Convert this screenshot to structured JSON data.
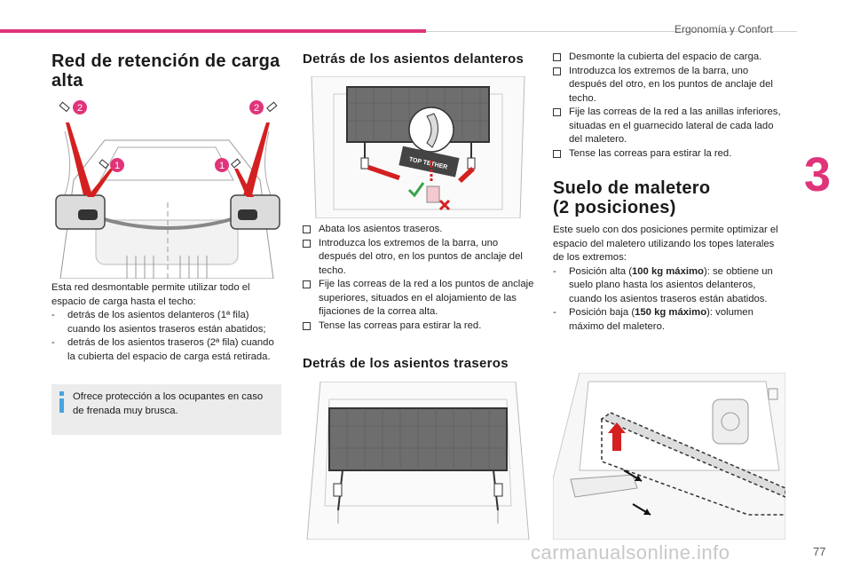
{
  "header": {
    "section_title": "Ergonomía y Confort"
  },
  "chapter_number": "3",
  "page_number": "77",
  "watermark": "carmanualsonline.info",
  "col1": {
    "title_line1": "Red de retención de carga",
    "title_line2": "alta",
    "figure": {
      "callouts": [
        "2",
        "2",
        "1",
        "1"
      ]
    },
    "intro": "Esta red desmontable permite utilizar todo el espacio de carga hasta el techo:",
    "items": [
      {
        "marker": "-",
        "text": "detrás de los asientos delanteros (1ª fila) cuando los asientos traseros están abatidos;"
      },
      {
        "marker": "-",
        "text": "detrás de los asientos traseros (2ª fila) cuando la cubierta del espacio de carga está retirada."
      }
    ],
    "info": "Ofrece protección a los ocupantes en caso de frenada muy brusca."
  },
  "col2": {
    "title1": "Detrás de los asientos delanteros",
    "figure1": {
      "label": "TOP TETHER"
    },
    "steps": [
      "Abata los asientos traseros.",
      "Introduzca los extremos de la barra, uno después del otro, en los puntos de anclaje del techo.",
      "Fije las correas de la red a los puntos de anclaje superiores, situados en el alojamiento de las fijaciones de la correa alta.",
      "Tense las correas para estirar la red."
    ],
    "title2": "Detrás de los asientos traseros"
  },
  "col3": {
    "steps": [
      "Desmonte la cubierta del espacio de carga.",
      "Introduzca los extremos de la barra, uno después del otro, en los puntos de anclaje del techo.",
      "Fije las correas de la red a las anillas inferiores, situadas en el guarnecido lateral de cada lado del maletero.",
      "Tense las correas para estirar la red."
    ],
    "title_line1": "Suelo de maletero",
    "title_line2": "(2 posiciones)",
    "intro": "Este suelo con dos posiciones permite optimizar el espacio del maletero utilizando los topes laterales de los extremos:",
    "pos1_pre": "Posición alta (",
    "pos1_bold": "100 kg máximo",
    "pos1_post": "): se obtiene un suelo plano hasta los asientos delanteros, cuando los asientos traseros están abatidos.",
    "pos2_pre": "Posición baja (",
    "pos2_bold": "150 kg máximo",
    "pos2_post": "): volumen máximo del maletero."
  },
  "colors": {
    "accent": "#e0347a",
    "info_bg": "#ececec",
    "info_icon": "#4aa3df"
  }
}
